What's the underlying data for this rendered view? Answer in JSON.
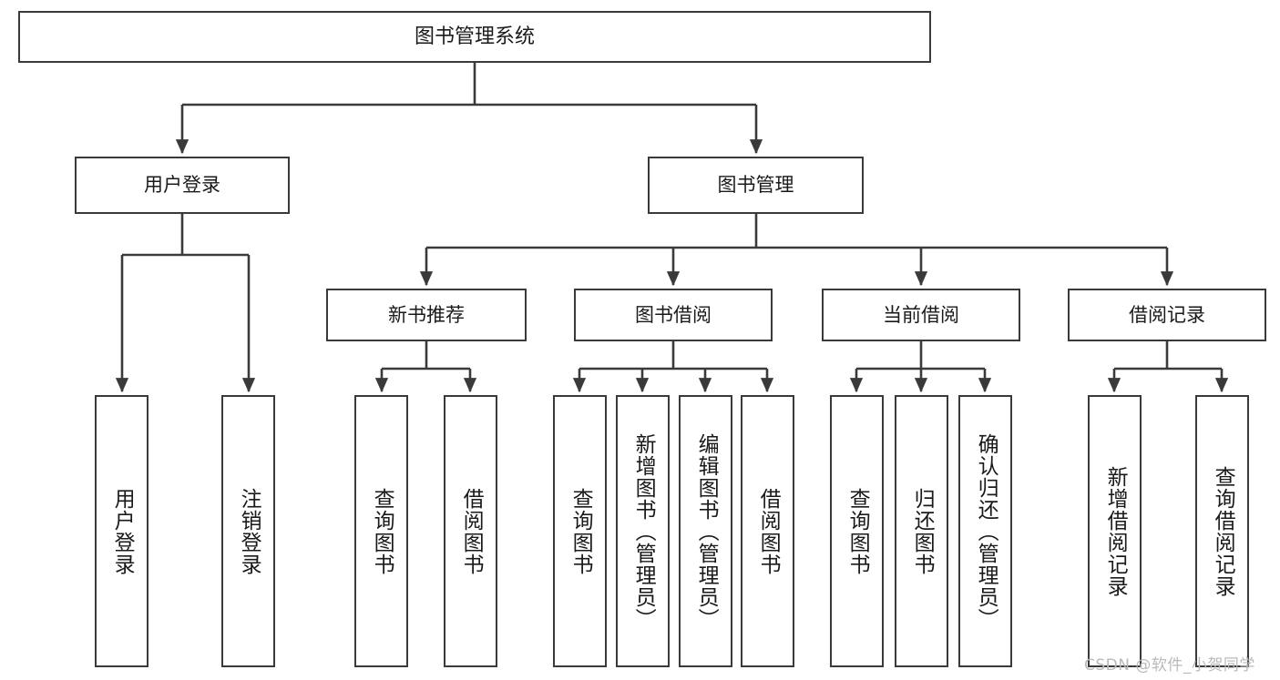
{
  "diagram": {
    "type": "tree-hierarchy",
    "title": "图书管理系统",
    "root": {
      "id": "root",
      "label": "图书管理系统"
    },
    "level1": [
      {
        "id": "user-login",
        "label": "用户登录"
      },
      {
        "id": "book-manage",
        "label": "图书管理"
      }
    ],
    "level2": [
      {
        "id": "new-book-rec",
        "label": "新书推荐",
        "parent": "book-manage"
      },
      {
        "id": "book-borrow",
        "label": "图书借阅",
        "parent": "book-manage"
      },
      {
        "id": "current-borrow",
        "label": "当前借阅",
        "parent": "book-manage"
      },
      {
        "id": "borrow-record",
        "label": "借阅记录",
        "parent": "book-manage"
      }
    ],
    "leaves": [
      {
        "id": "leaf-user-login",
        "label": "用户登录",
        "parent": "user-login"
      },
      {
        "id": "leaf-logout",
        "label": "注销登录",
        "parent": "user-login"
      },
      {
        "id": "leaf-query-book-1",
        "label": "查询图书",
        "parent": "new-book-rec"
      },
      {
        "id": "leaf-borrow-book-1",
        "label": "借阅图书",
        "parent": "new-book-rec"
      },
      {
        "id": "leaf-query-book-2",
        "label": "查询图书",
        "parent": "book-borrow"
      },
      {
        "id": "leaf-add-book",
        "label": "新增图书（管理员）",
        "parent": "book-borrow"
      },
      {
        "id": "leaf-edit-book",
        "label": "编辑图书（管理员）",
        "parent": "book-borrow"
      },
      {
        "id": "leaf-borrow-book-2",
        "label": "借阅图书",
        "parent": "book-borrow"
      },
      {
        "id": "leaf-query-book-3",
        "label": "查询图书",
        "parent": "current-borrow"
      },
      {
        "id": "leaf-return-book",
        "label": "归还图书",
        "parent": "current-borrow"
      },
      {
        "id": "leaf-confirm-return",
        "label": "确认归还（管理员）",
        "parent": "current-borrow"
      },
      {
        "id": "leaf-add-record",
        "label": "新增借阅记录",
        "parent": "borrow-record"
      },
      {
        "id": "leaf-query-record",
        "label": "查询借阅记录",
        "parent": "borrow-record"
      }
    ]
  },
  "watermark": {
    "text": "CSDN @软件_小贺同学"
  },
  "colors": {
    "stroke": "#3a3a3a",
    "text": "#1a1a1a",
    "background": "#ffffff",
    "watermark": "#b9b9b9"
  }
}
